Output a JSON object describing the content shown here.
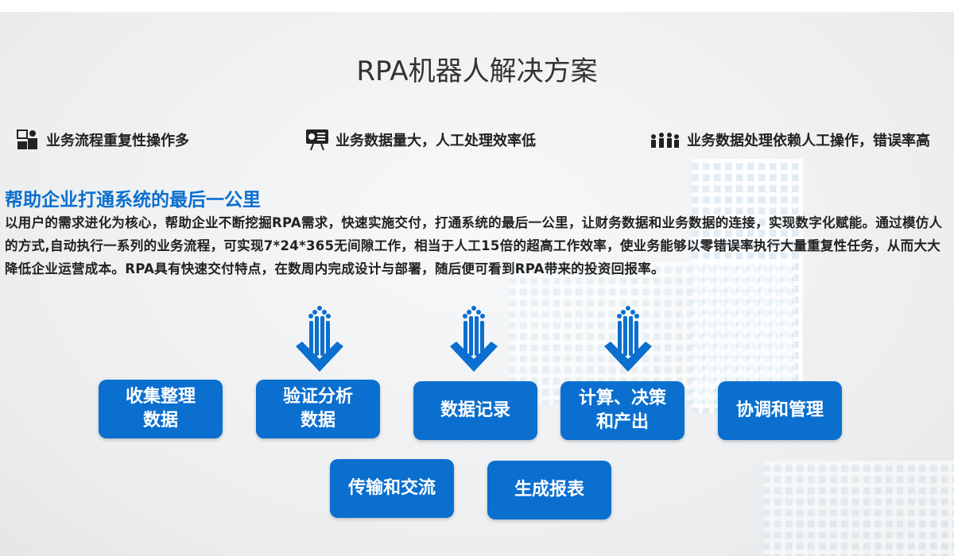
{
  "title": "RPA机器人解决方案",
  "pain_points": [
    {
      "icon": "person-computer-icon",
      "text": "业务流程重复性操作多"
    },
    {
      "icon": "presentation-icon",
      "text": "业务数据量大，人工处理效率低"
    },
    {
      "icon": "people-group-icon",
      "text": "业务数据处理依赖人工操作，错误率高"
    }
  ],
  "section": {
    "heading": "帮助企业打通系统的最后一公里",
    "paragraph": "以用户的需求进化为核心，帮助企业不断挖掘RPA需求，快速实施交付，打通系统的最后一公里，让财务数据和业务数据的连接，实现数字化赋能。通过模仿人的方式,自动执行一系列的业务流程，可实现7*24*365无间隙工作，相当于人工15倍的超高工作效率，使业务能够以零错误率执行大量重复性任务，从而大大降低企业运营成本。RPA具有快速交付特点，在数周内完成设计与部署，随后便可看到RPA带来的投资回报率。"
  },
  "capabilities": [
    "收集整理\n数据",
    "验证分析\n数据",
    "数据记录",
    "计算、决策\n和产出",
    "协调和管理",
    "传输和交流",
    "生成报表"
  ],
  "colors": {
    "accent": "#0a6fcf"
  }
}
